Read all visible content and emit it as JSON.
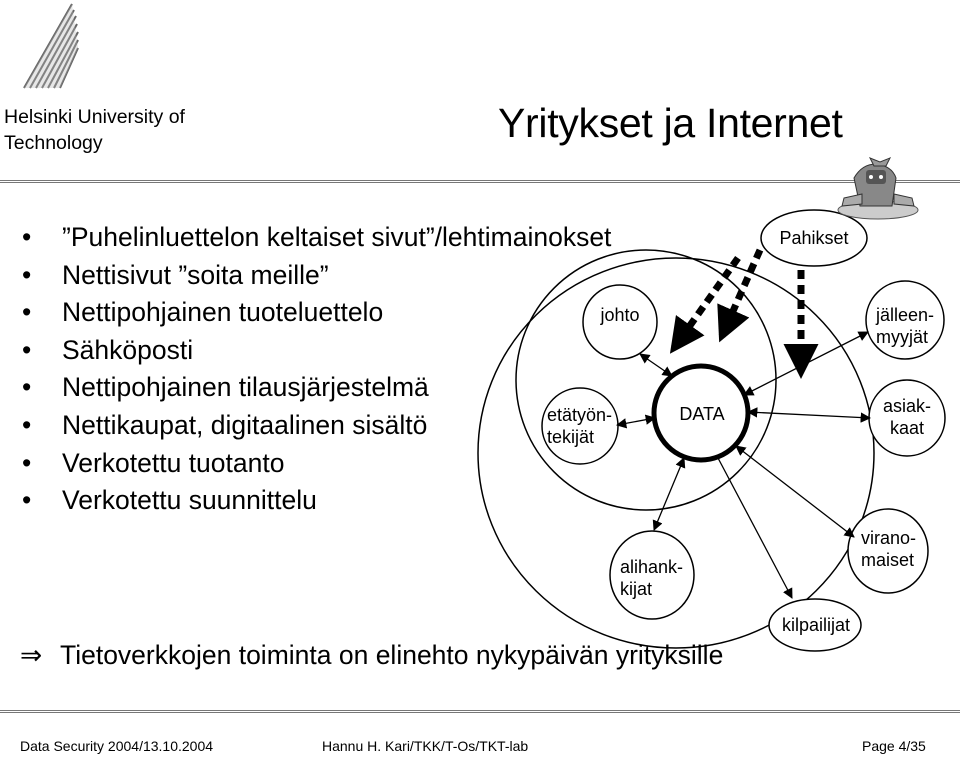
{
  "header": {
    "university": "Helsinki University of Technology",
    "title": "Yritykset ja Internet"
  },
  "bullets": [
    "”Puhelinluettelon keltaiset sivut”/lehtimainokset",
    "Nettisivut ”soita meille”",
    "Nettipohjainen tuoteluettelo",
    "Sähköposti",
    "Nettipohjainen tilausjärjestelmä",
    "Nettikaupat, digitaalinen sisältö",
    "Verkotettu tuotanto",
    "Verkotettu suunnittelu"
  ],
  "conclusion": {
    "arrow": "⇒",
    "text": "Tietoverkkojen toiminta on elinehto nykypäivän yrityksille"
  },
  "diagram": {
    "pahikset": "Pahikset",
    "johto": "johto",
    "etatyontekijat": "etätyön-\ntekijät",
    "data": "DATA",
    "alihankkijat": "alihank-\nkijat",
    "kilpailijat": "kilpailijat",
    "jalleenmyyjat": "jälleen-\nmyyjät",
    "asiakkaat": "asiak-\nkaat",
    "viranomaiset": "virano-\nmaiset",
    "hacker_icon": "hacker-figure-icon"
  },
  "footer": {
    "left": "Data Security 2004/13.10.2004",
    "center": "Hannu H. Kari/TKK/T-Os/TKT-lab",
    "right": "Page 4/35"
  }
}
